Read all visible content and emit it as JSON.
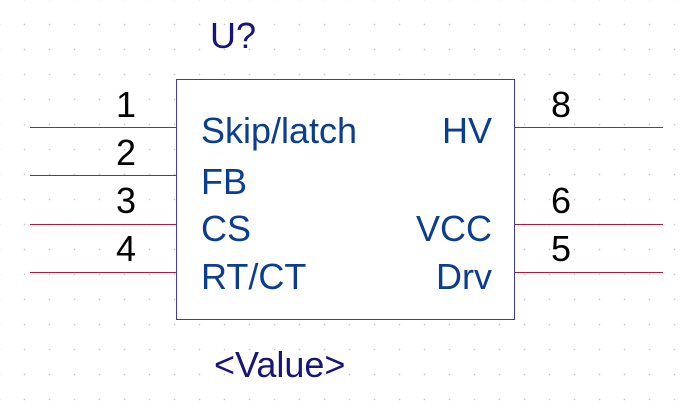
{
  "component": {
    "designator": "U?",
    "value": "<Value>"
  },
  "pins_left": [
    {
      "number": "1",
      "label": "Skip/latch"
    },
    {
      "number": "2",
      "label": "FB"
    },
    {
      "number": "3",
      "label": "CS"
    },
    {
      "number": "4",
      "label": "RT/CT"
    }
  ],
  "pins_right": [
    {
      "number": "8",
      "label": "HV"
    },
    {
      "number": "6",
      "label": "VCC"
    },
    {
      "number": "5",
      "label": "Drv"
    }
  ],
  "colors": {
    "body_outline": "#3a3ab8",
    "pin_line": "#c8103c",
    "pin_label": "#0b3d91",
    "pin_number": "#000000",
    "designator": "#16167a"
  }
}
